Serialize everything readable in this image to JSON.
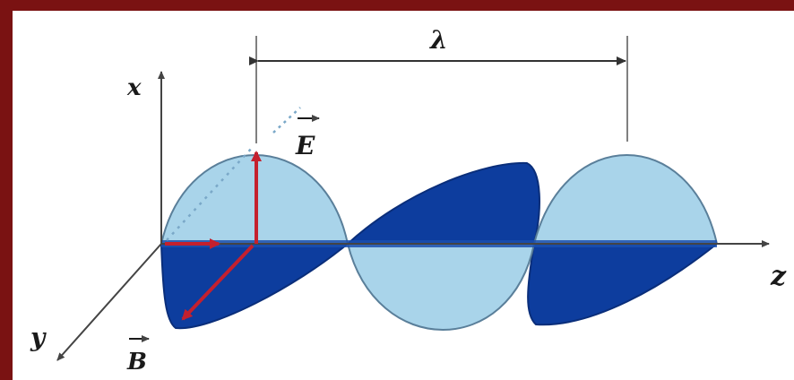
{
  "diagram": {
    "labels": {
      "x_axis": "x",
      "y_axis": "y",
      "z_axis": "z",
      "wavelength": "λ",
      "electric_field": "E",
      "magnetic_field": "B"
    },
    "colors": {
      "background_border": "#7a1212",
      "e_wave_fill": "#a9d4ea",
      "b_wave_fill": "#0d3d9e",
      "wave_outline": "#5a7f9a",
      "vector_color": "#c4202e",
      "axis_color": "#444444"
    }
  }
}
